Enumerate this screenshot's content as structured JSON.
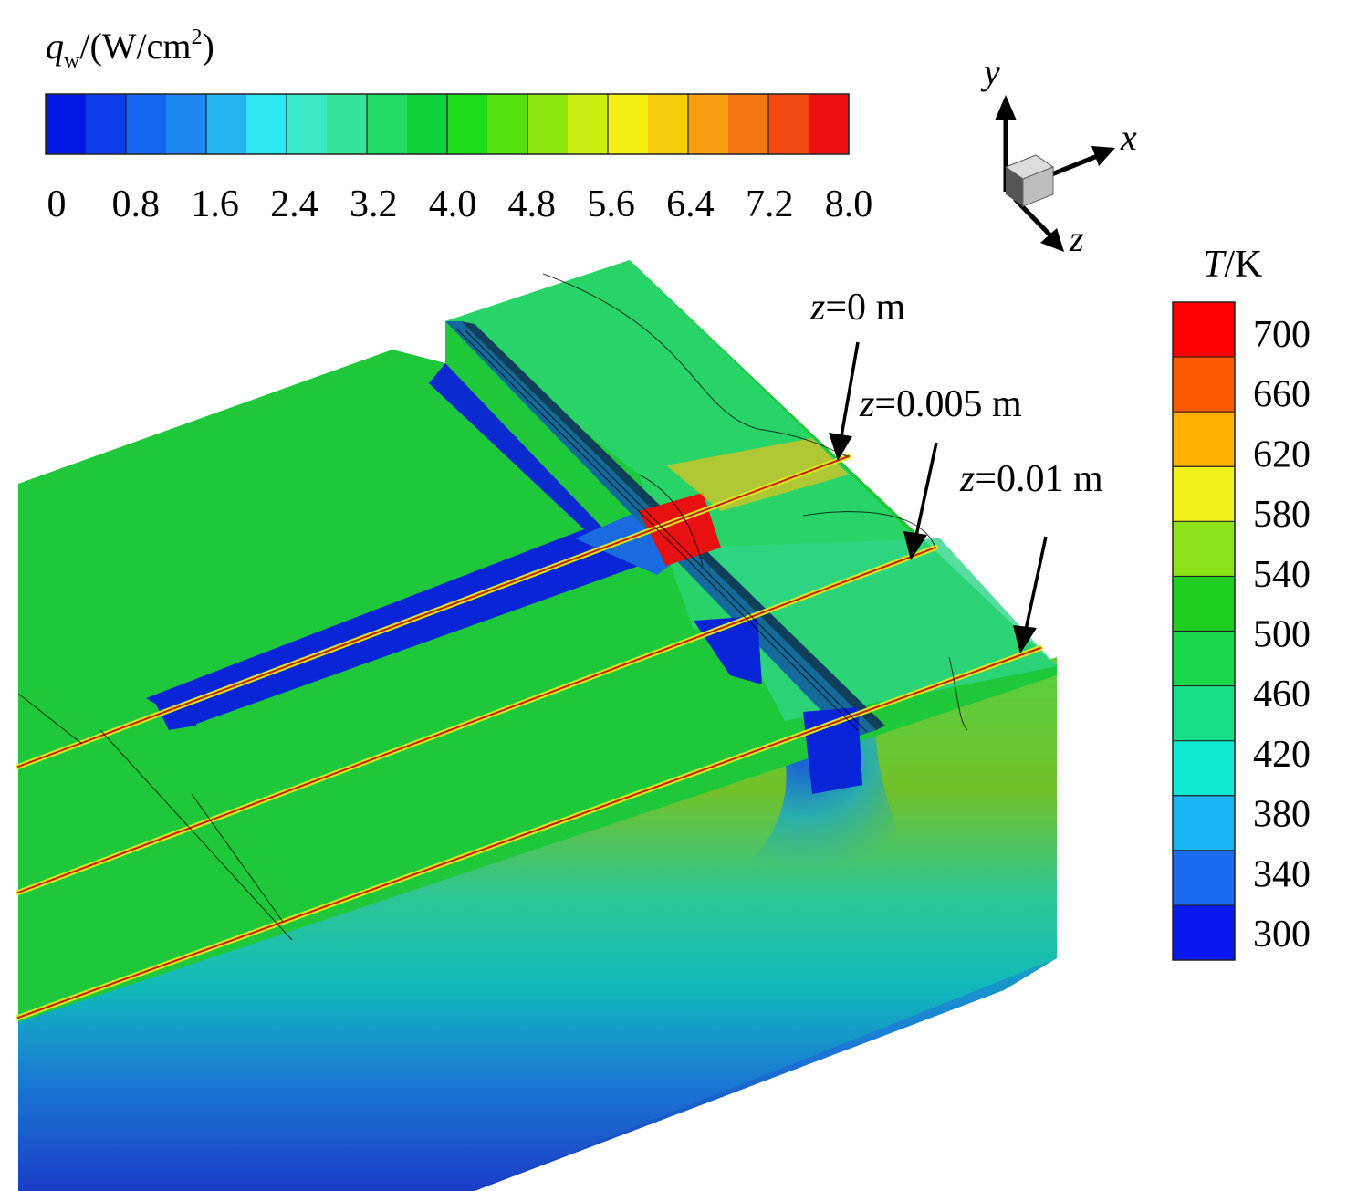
{
  "qw_colorbar": {
    "title_main": "q",
    "title_sub": "w",
    "title_rest": "/(W/cm",
    "title_sup": "2",
    "title_close": ")",
    "tick_labels": [
      "0",
      "0.8",
      "1.6",
      "2.4",
      "3.2",
      "4.0",
      "4.8",
      "5.6",
      "6.4",
      "7.2",
      "8.0"
    ],
    "colors": [
      "#0018e0",
      "#0b3ee8",
      "#1466ee",
      "#1f88f0",
      "#25b4f2",
      "#2ce6f2",
      "#3be8c8",
      "#35e49a",
      "#22dc66",
      "#0fd23a",
      "#1edc1c",
      "#55e010",
      "#8ee40e",
      "#c8f010",
      "#f4f014",
      "#f6cc0c",
      "#f69e10",
      "#f47610",
      "#f04a10",
      "#ec1010"
    ]
  },
  "temperature_legend": {
    "title_var": "T",
    "title_unit": "/K",
    "tick_labels": [
      "700",
      "660",
      "620",
      "580",
      "540",
      "500",
      "460",
      "420",
      "380",
      "340",
      "300"
    ],
    "colors": [
      "#ff0000",
      "#ff5a00",
      "#ffb000",
      "#f2f21a",
      "#8ee21a",
      "#1fce1f",
      "#18d84a",
      "#16e08a",
      "#10ecd4",
      "#18b4f4",
      "#1a6af0",
      "#0a18f0"
    ]
  },
  "axes_triad": {
    "y_label": "y",
    "x_label": "x",
    "z_label": "z"
  },
  "annotations": [
    {
      "var": "z",
      "rest": "=0 m"
    },
    {
      "var": "z",
      "rest": "=0.005 m"
    },
    {
      "var": "z",
      "rest": "=0.01 m"
    }
  ]
}
